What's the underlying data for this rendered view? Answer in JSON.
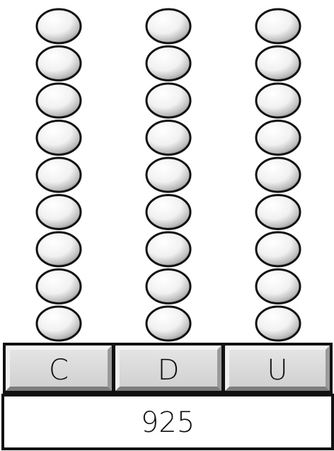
{
  "abacus": {
    "columns": [
      {
        "label": "C",
        "beads": 9
      },
      {
        "label": "D",
        "beads": 9
      },
      {
        "label": "U",
        "beads": 9
      }
    ],
    "total": "925"
  },
  "colors": {
    "bead_highlight": "#ffffff",
    "bead_shadow": "#8a8a8a",
    "outline": "#111111",
    "base_fill": "#d9d9d9",
    "total_fill": "#ffffff"
  }
}
